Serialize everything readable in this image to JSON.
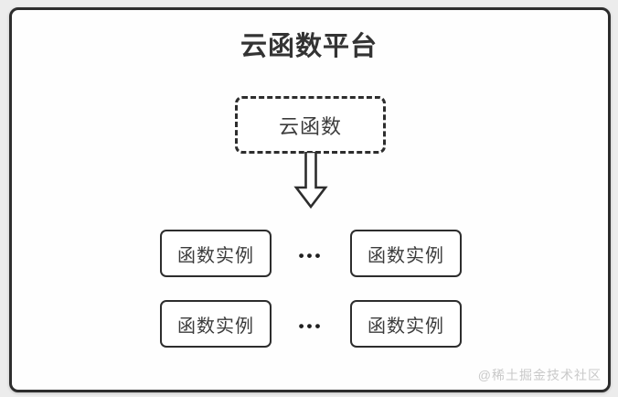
{
  "diagram": {
    "title": "云函数平台",
    "cloud_function": {
      "label": "云函数"
    },
    "arrow_icon": "down-arrow",
    "rows": [
      {
        "left": "函数实例",
        "dots": "•••",
        "right": "函数实例"
      },
      {
        "left": "函数实例",
        "dots": "•••",
        "right": "函数实例"
      }
    ],
    "watermark": "@稀土掘金技术社区",
    "colors": {
      "frame_border": "#2d2d2d",
      "box_border": "#2d2d2d",
      "title_text": "#333333",
      "box_text": "#3c3c3c",
      "watermark_text": "#c9c9c9",
      "canvas_background": "#fefefe",
      "outer_background": "#ececec"
    }
  }
}
